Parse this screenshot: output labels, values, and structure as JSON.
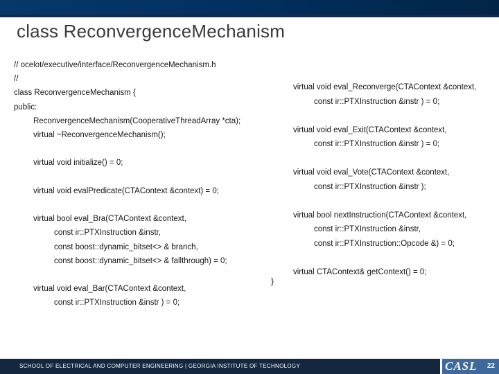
{
  "title": "class ReconvergenceMechanism",
  "code": {
    "closing_brace": "}",
    "left": {
      "lines": [
        {
          "i": 0,
          "t": "// ocelot/executive/interface/ReconvergenceMechanism.h"
        },
        {
          "i": 0,
          "t": "//"
        },
        {
          "i": 0,
          "t": "class ReconvergenceMechanism {"
        },
        {
          "i": 0,
          "t": "public:"
        },
        {
          "i": 1,
          "t": "ReconvergenceMechanism(CooperativeThreadArray *cta);"
        },
        {
          "i": 1,
          "t": "virtual ~ReconvergenceMechanism();"
        },
        {
          "i": 0,
          "t": ""
        },
        {
          "i": 1,
          "t": "virtual void initialize() = 0;"
        },
        {
          "i": 0,
          "t": ""
        },
        {
          "i": 1,
          "t": "virtual void evalPredicate(CTAContext &context) = 0;"
        },
        {
          "i": 0,
          "t": ""
        },
        {
          "i": 1,
          "t": "virtual bool eval_Bra(CTAContext &context,"
        },
        {
          "i": 2,
          "t": "const ir::PTXInstruction &instr,"
        },
        {
          "i": 2,
          "t": "const boost::dynamic_bitset<> & branch,"
        },
        {
          "i": 2,
          "t": "const boost::dynamic_bitset<> & fallthrough) = 0;"
        },
        {
          "i": 0,
          "t": ""
        },
        {
          "i": 1,
          "t": "virtual void eval_Bar(CTAContext &context,"
        },
        {
          "i": 2,
          "t": "const ir::PTXInstruction &instr ) = 0;"
        }
      ]
    },
    "right": {
      "lines": [
        {
          "i": 0,
          "t": "virtual void eval_Reconverge(CTAContext &context,"
        },
        {
          "i": 1,
          "t": "const ir::PTXInstruction &instr ) = 0;"
        },
        {
          "i": 0,
          "t": ""
        },
        {
          "i": 0,
          "t": "virtual void eval_Exit(CTAContext &context,"
        },
        {
          "i": 1,
          "t": "const ir::PTXInstruction &instr ) = 0;"
        },
        {
          "i": 0,
          "t": ""
        },
        {
          "i": 0,
          "t": "virtual void eval_Vote(CTAContext &context,"
        },
        {
          "i": 1,
          "t": "const ir::PTXInstruction &instr );"
        },
        {
          "i": 0,
          "t": ""
        },
        {
          "i": 0,
          "t": "virtual bool nextInstruction(CTAContext &context,"
        },
        {
          "i": 1,
          "t": "const ir::PTXInstruction &instr,"
        },
        {
          "i": 1,
          "t": "const ir::PTXInstruction::Opcode &) = 0;"
        },
        {
          "i": 0,
          "t": ""
        },
        {
          "i": 0,
          "t": "virtual CTAContext& getContext() = 0;"
        }
      ]
    }
  },
  "footer": {
    "text": "SCHOOL OF ELECTRICAL AND COMPUTER ENGINEERING | GEORGIA INSTITUTE OF TECHNOLOGY",
    "logo": "CASL",
    "page_number": "22"
  },
  "colors": {
    "header_navy": "#023061",
    "header_strip": "#15294a",
    "footer_navy": "#15273f",
    "logo_blue": "#40699b",
    "title_text": "#3a3a3a",
    "code_text": "#161616"
  }
}
